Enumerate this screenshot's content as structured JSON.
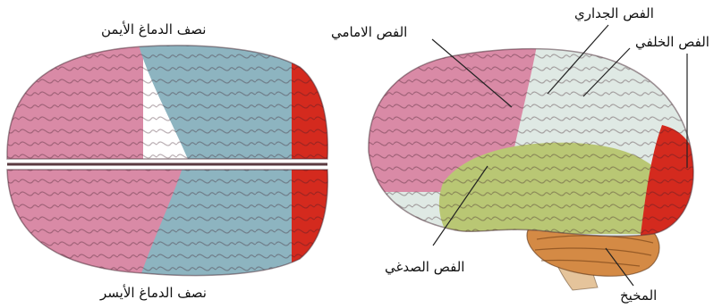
{
  "labels": {
    "right_hemisphere": "نصف الدماغ الأيمن",
    "left_hemisphere": "نصف الدماغ الأيسر",
    "frontal_lobe": "الفص الامامي",
    "parietal_lobe": "الفص الجداري",
    "occipital_lobe": "الفص الخلفي",
    "temporal_lobe": "الفص الصدغي",
    "cerebellum": "المخيخ"
  },
  "colors": {
    "frontal": "#d98aa6",
    "parietal_top": "#8db4c0",
    "parietal_side": "#dfe9e4",
    "occipital": "#d42a1e",
    "temporal": "#b9c774",
    "cerebellum": "#d48a45",
    "brainstem": "#e5c49b",
    "leader_line": "#222222"
  }
}
